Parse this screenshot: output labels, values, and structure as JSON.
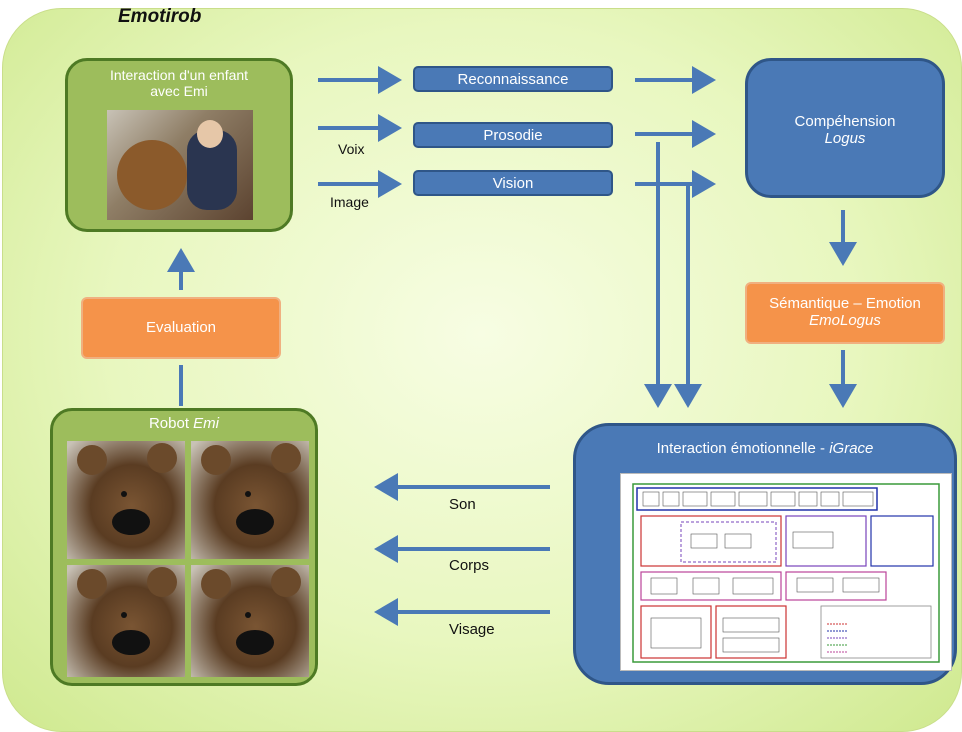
{
  "title": "Emotirob",
  "interaction": {
    "line1": "Interaction d'un enfant",
    "line2": "avec Emi"
  },
  "pills": {
    "reconnaissance": "Reconnaissance",
    "prosodie": "Prosodie",
    "vision": "Vision"
  },
  "inputs": {
    "voix": "Voix",
    "image": "Image"
  },
  "comprehension": {
    "line1": "Compéhension",
    "line2": "Logus"
  },
  "semantique": {
    "line1": "Sémantique – Emotion",
    "line2": "EmoLogus"
  },
  "evaluation": "Evaluation",
  "robot": {
    "name": "Robot ",
    "name_em": "Emi"
  },
  "igrace": {
    "title": "Interaction émotionnelle - ",
    "title_em": "iGrace"
  },
  "outputs": {
    "son": "Son",
    "corps": "Corps",
    "visage": "Visage"
  },
  "colors": {
    "green": "#9dbd5c",
    "blue": "#4a79b6",
    "orange": "#f5934a",
    "arrow": "#4a79b6"
  }
}
